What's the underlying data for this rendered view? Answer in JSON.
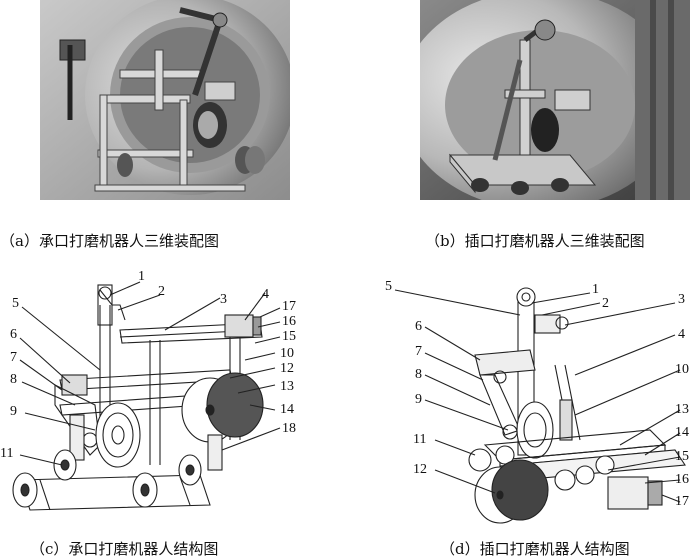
{
  "figure": {
    "panels": [
      {
        "id": "a",
        "caption": "（a）承口打磨机器人三维装配图",
        "labels": []
      },
      {
        "id": "b",
        "caption": "（b）插口打磨机器人三维装配图",
        "labels": []
      },
      {
        "id": "c",
        "caption": "（c）承口打磨机器人结构图",
        "labels": [
          "1",
          "2",
          "3",
          "4",
          "5",
          "6",
          "7",
          "8",
          "9",
          "10",
          "11",
          "12",
          "13",
          "14",
          "15",
          "16",
          "17",
          "18"
        ]
      },
      {
        "id": "d",
        "caption": "（d）插口打磨机器人结构图",
        "labels": [
          "1",
          "2",
          "3",
          "4",
          "5",
          "6",
          "7",
          "8",
          "9",
          "10",
          "11",
          "12",
          "13",
          "14",
          "15",
          "16",
          "17"
        ]
      }
    ]
  }
}
